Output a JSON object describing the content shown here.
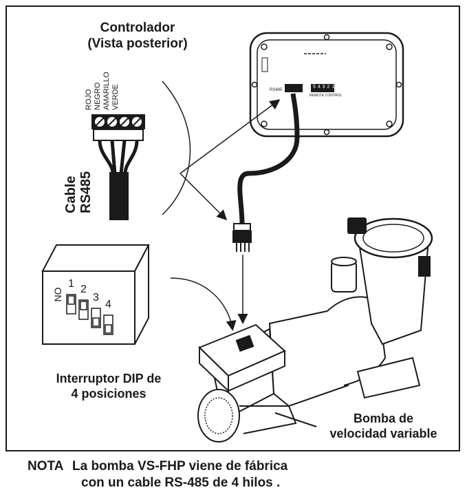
{
  "controller": {
    "title_line1": "Controlador",
    "title_line2": "(Vista posterior)",
    "port_rs485": "RS485",
    "port_remote": "REMOTE CONTROL",
    "remote_terminals": "5 4 3 2 1"
  },
  "cable": {
    "label_line1": "Cable",
    "label_line2": "RS485",
    "wires": [
      "ROJO",
      "NEGRO",
      "AMARILLO",
      "VERDE"
    ]
  },
  "dip_switch": {
    "on_label": "ON",
    "positions": [
      "1",
      "2",
      "3",
      "4"
    ],
    "caption_line1": "Interruptor DIP de",
    "caption_line2": "4 posiciones"
  },
  "pump": {
    "label_line1": "Bomba de",
    "label_line2": "velocidad variable"
  },
  "note": {
    "tag": "NOTA",
    "line1": "La bomba VS-FHP viene de fábrica",
    "line2": "con un cable RS-485 de 4 hilos ."
  }
}
